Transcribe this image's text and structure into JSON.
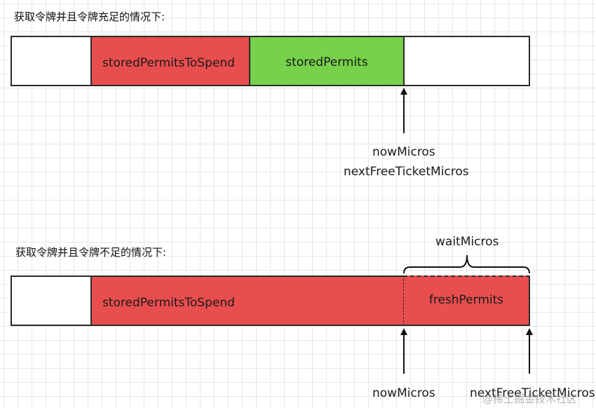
{
  "section1": {
    "title": "获取令牌并且令牌充足的情况下:",
    "cells": {
      "stored_permits_to_spend": "storedPermitsToSpend",
      "stored_permits": "storedPermits"
    },
    "arrow_labels": {
      "now_micros": "nowMicros",
      "next_free_ticket_micros": "nextFreeTicketMicros"
    }
  },
  "section2": {
    "title": "获取令牌并且令牌不足的情况下:",
    "brace_label": "waitMicros",
    "cells": {
      "stored_permits_to_spend": "storedPermitsToSpend",
      "fresh_permits": "freshPermits"
    },
    "arrow_labels": {
      "now_micros": "nowMicros",
      "next_free_ticket_micros": "nextFreeTicketMicros"
    }
  },
  "watermark": "@稀土掘金技术社区",
  "colors": {
    "red": "#e94e4e",
    "green": "#77d14a",
    "white": "#ffffff",
    "border": "#2a2a2a"
  }
}
